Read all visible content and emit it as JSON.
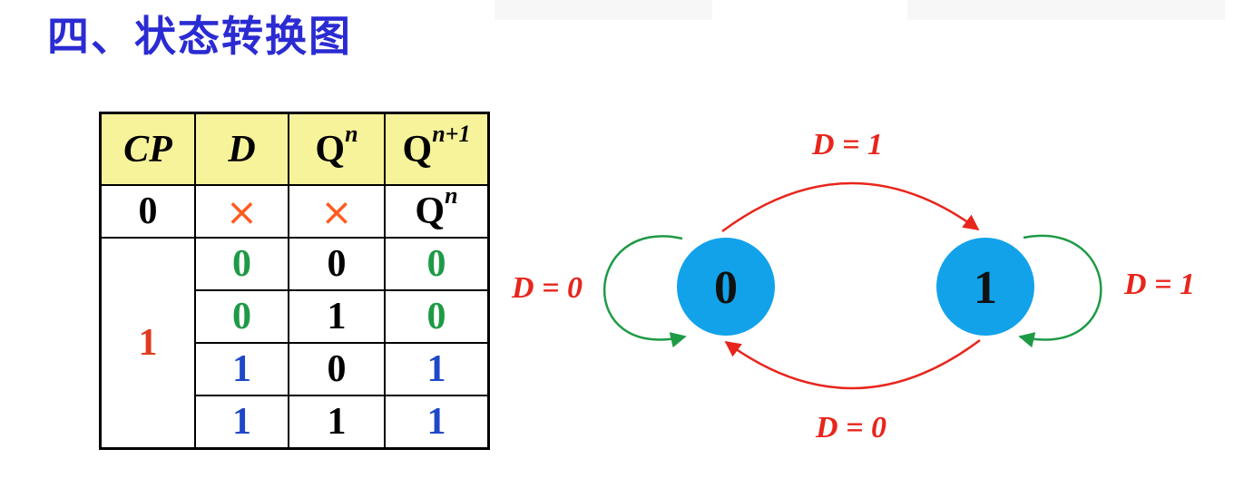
{
  "title": "四、状态转换图",
  "table": {
    "headers": [
      {
        "base": "CP",
        "sup": "",
        "italic": true
      },
      {
        "base": "D",
        "sup": "",
        "italic": true
      },
      {
        "base": "Q",
        "sup": "n",
        "italic": false
      },
      {
        "base": "Q",
        "sup": "n+1",
        "italic": false
      }
    ],
    "row_cp0": {
      "cp": "0",
      "d": "×",
      "qn": "×",
      "qn1_base": "Q",
      "qn1_sup": "n"
    },
    "cp1_label": "1",
    "rows_cp1": [
      {
        "d": "0",
        "qn": "0",
        "qn1": "0"
      },
      {
        "d": "0",
        "qn": "1",
        "qn1": "0"
      },
      {
        "d": "1",
        "qn": "0",
        "qn1": "1"
      },
      {
        "d": "1",
        "qn": "1",
        "qn1": "1"
      }
    ]
  },
  "diagram": {
    "states": [
      "0",
      "1"
    ],
    "transitions": {
      "top": "D = 1",
      "bottom": "D = 0",
      "left_loop": "D = 0",
      "right_loop": "D = 1"
    }
  },
  "colors": {
    "title": "#2b2bd3",
    "header_bg": "#f7f39a",
    "state_fill": "#12a2ea",
    "arrow_red": "#e8251c",
    "arrow_green": "#1e9a46",
    "value_green": "#1e9a46",
    "value_blue": "#1f47c8",
    "cross": "#ff5a1e"
  }
}
